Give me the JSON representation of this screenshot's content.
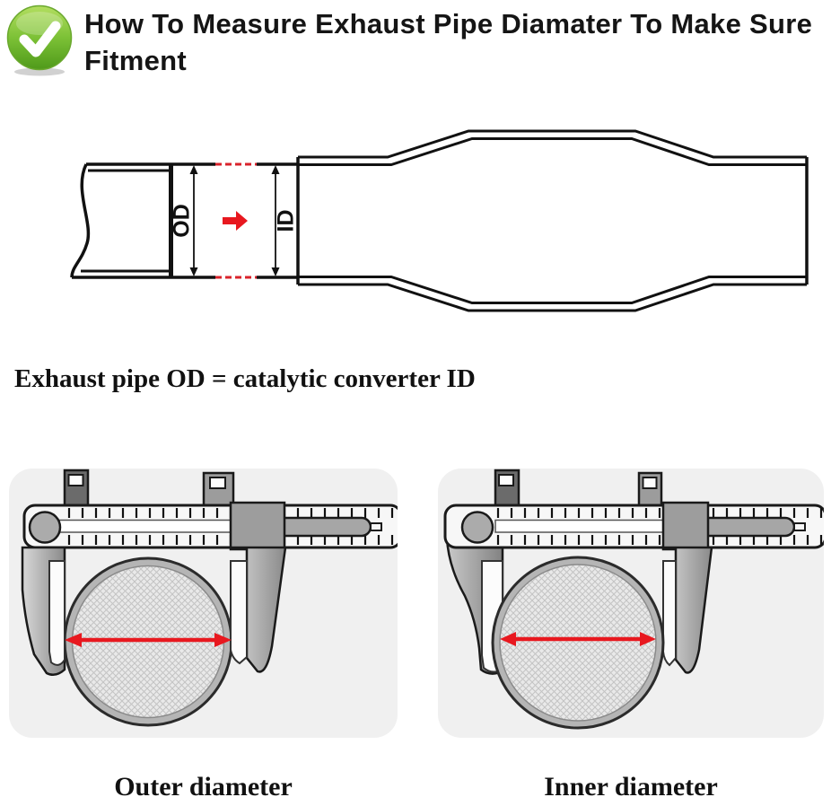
{
  "header": {
    "icon": "green-check-badge",
    "title": "How To Measure Exhaust Pipe Diamater To Make Sure Fitment"
  },
  "diagram": {
    "od_label": "OD",
    "id_label": "ID",
    "flow_arrow": "right",
    "dashed_color": "#d9232b"
  },
  "equation": {
    "text": "Exhaust pipe OD = catalytic converter ID"
  },
  "panels": [
    {
      "caption": "Outer diameter",
      "mode": "outer-measurement"
    },
    {
      "caption": "Inner diameter",
      "mode": "inner-measurement"
    }
  ],
  "colors": {
    "accent_red": "#e8181f",
    "check_green": "#57a01d",
    "panel_bg": "#f0f0f0",
    "line_black": "#111111"
  }
}
